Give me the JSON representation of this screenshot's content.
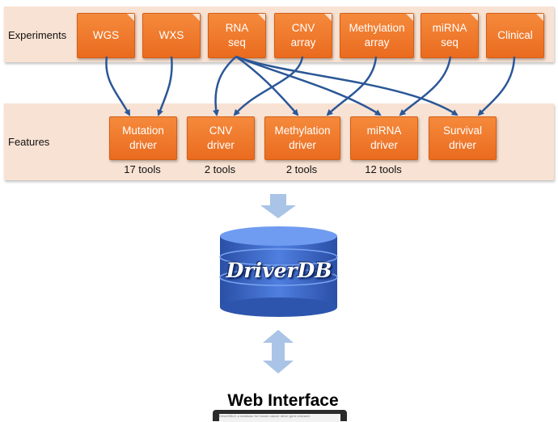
{
  "experiments": {
    "label": "Experiments",
    "items": [
      {
        "id": "wgs",
        "lines": [
          "WGS"
        ]
      },
      {
        "id": "wxs",
        "lines": [
          "WXS"
        ]
      },
      {
        "id": "rna",
        "lines": [
          "RNA",
          "seq"
        ]
      },
      {
        "id": "cnv",
        "lines": [
          "CNV",
          "array"
        ]
      },
      {
        "id": "methylation",
        "lines": [
          "Methylation",
          "array"
        ]
      },
      {
        "id": "mirna",
        "lines": [
          "miRNA",
          "seq"
        ]
      },
      {
        "id": "clinical",
        "lines": [
          "Clinical"
        ]
      }
    ]
  },
  "features": {
    "label": "Features",
    "items": [
      {
        "id": "mutation",
        "lines": [
          "Mutation",
          "driver"
        ],
        "tools": "17 tools"
      },
      {
        "id": "cnv",
        "lines": [
          "CNV",
          "driver"
        ],
        "tools": "2 tools"
      },
      {
        "id": "methylation",
        "lines": [
          "Methylation",
          "driver"
        ],
        "tools": "2 tools"
      },
      {
        "id": "mirna",
        "lines": [
          "miRNA",
          "driver"
        ],
        "tools": "12 tools"
      },
      {
        "id": "survival",
        "lines": [
          "Survival",
          "driver"
        ],
        "tools": ""
      }
    ]
  },
  "database": {
    "title": "DriverDB"
  },
  "web": {
    "title": "Web Interface",
    "screen_caption": "DriverDBv3: a database for human cancer driver gene research"
  },
  "colors": {
    "band": "#f8e2d3",
    "box": "#ef7a2c",
    "arrow": "#2b5797",
    "db": "#3a66c4",
    "flow_arrow": "#a9c4e6"
  }
}
